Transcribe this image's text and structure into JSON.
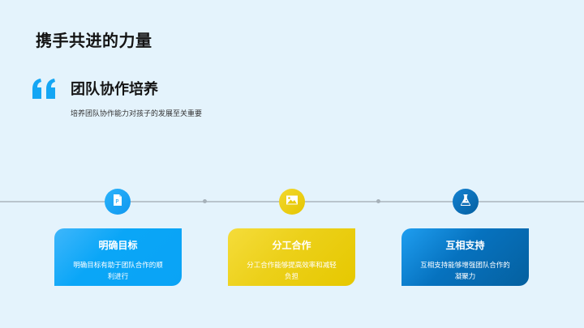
{
  "slide": {
    "title": "携手共进的力量"
  },
  "section": {
    "quote_icon": "quote-mark-icon",
    "heading": "团队协作培养",
    "subtitle": "培养团队协作能力对孩子的发展至关重要"
  },
  "colors": {
    "background": "#e4f3fc",
    "accent_blue": "#0aa6f7",
    "accent_yellow": "#ecd019",
    "accent_dark_blue": "#0672bf",
    "timeline": "#b9c4cc"
  },
  "timeline": {
    "items": [
      {
        "icon": "document-p-icon",
        "title": "明确目标",
        "description": "明确目标有助于团队合作的顺利进行"
      },
      {
        "icon": "image-icon",
        "title": "分工合作",
        "description": "分工合作能够提高效率和减轻负担"
      },
      {
        "icon": "flask-icon",
        "title": "互相支持",
        "description": "互相支持能够增强团队合作的凝聚力"
      }
    ]
  }
}
